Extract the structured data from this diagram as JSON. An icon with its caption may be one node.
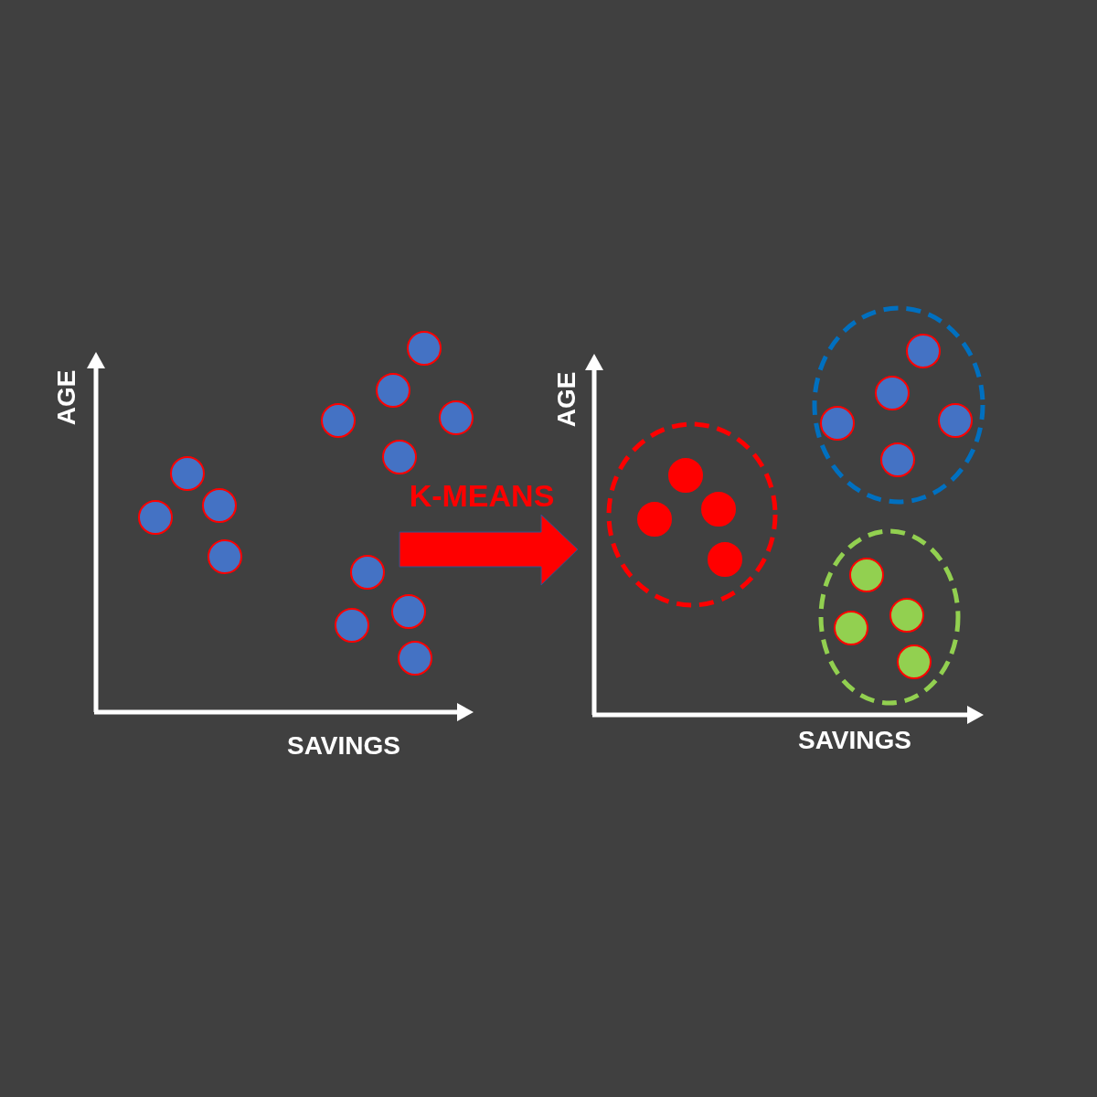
{
  "diagram": {
    "labels": [
      "AGE",
      "AGE",
      "K-MEANS",
      "SAVINGS",
      "SAVINGS"
    ]
  }
}
